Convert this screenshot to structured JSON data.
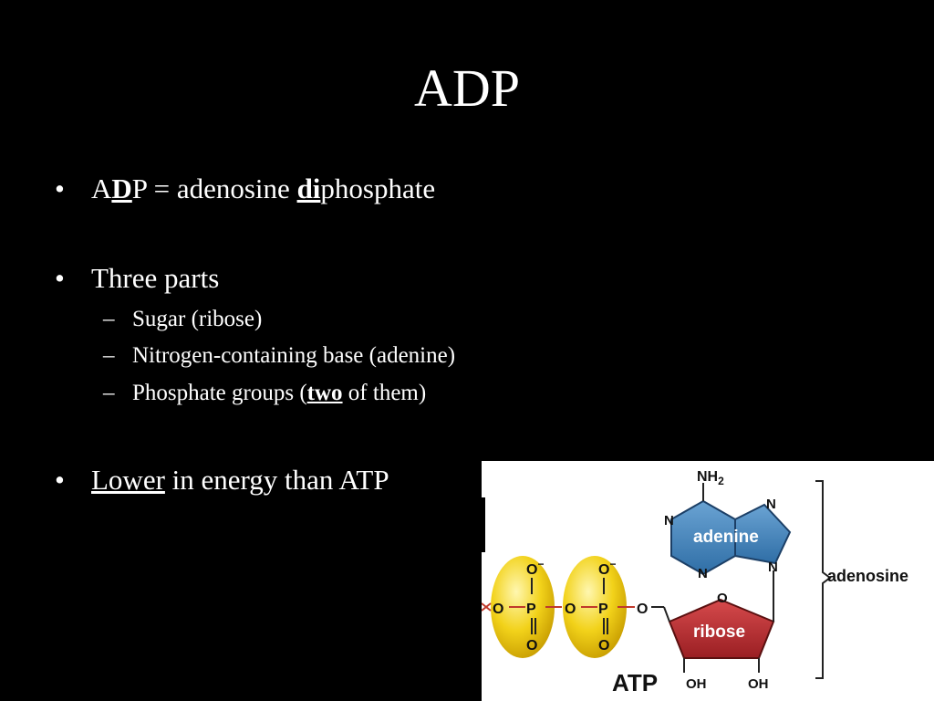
{
  "slide": {
    "title": "ADP",
    "bullet1": {
      "part1": "A",
      "part2": "D",
      "part3": "P = adenosine ",
      "part4": "di",
      "part5": "phosphate"
    },
    "bullet2": {
      "text": "Three parts",
      "subitems": [
        "Sugar (ribose)",
        "Nitrogen-containing base (adenine)"
      ],
      "sub3": {
        "part1": "Phosphate groups (",
        "part2": "two",
        "part3": " of them)"
      }
    },
    "bullet3": {
      "part1": "Lower",
      "part2": " in energy than ATP"
    }
  },
  "diagram": {
    "nh2": "NH",
    "nh2_sub": "2",
    "n": "N",
    "adenine_label": "adenine",
    "ribose_label": "ribose",
    "adenosine_label": "adenosine",
    "atp_label": "ATP",
    "oh": "OH",
    "o": "O",
    "o_minus": "O",
    "minus": "−",
    "p": "P",
    "colors": {
      "phosphate_yellow": "#f2d21a",
      "adenine_blue": "#3f7fb7",
      "ribose_red": "#b82a2e",
      "bond_red": "#c0392b"
    }
  }
}
